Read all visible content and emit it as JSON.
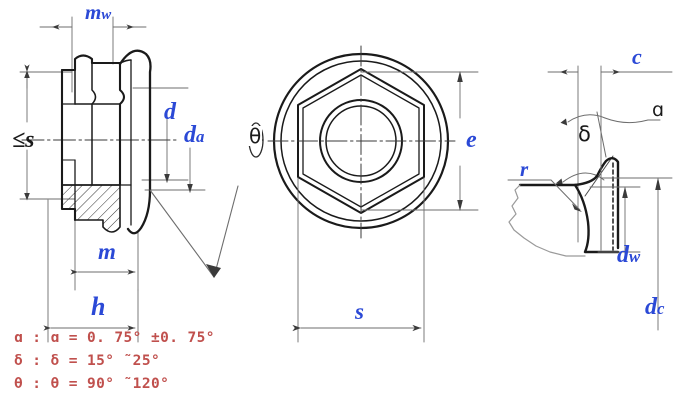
{
  "drawing": {
    "title": "Hexagon flange nut engineering drawing",
    "views": [
      {
        "id": "section-view",
        "name": "sectional side view"
      },
      {
        "id": "plan-view",
        "name": "plan (top) view"
      },
      {
        "id": "detail-view",
        "name": "flange bearing face detail"
      }
    ]
  },
  "labels": {
    "m_w": {
      "base": "m",
      "sub": "w",
      "color": "#2b49d6"
    },
    "d": {
      "base": "d",
      "sub": "",
      "color": "#2b49d6"
    },
    "d_a": {
      "base": "d",
      "sub": "a",
      "color": "#2b49d6"
    },
    "s_max": {
      "base": "≤s",
      "sub": "",
      "color": "#1a1a1a"
    },
    "m": {
      "base": "m",
      "sub": "",
      "color": "#2b49d6"
    },
    "h": {
      "base": "h",
      "sub": "",
      "color": "#2b49d6"
    },
    "theta": {
      "base": "θ",
      "sub": "",
      "color": "#1a1a1a"
    },
    "e": {
      "base": "e",
      "sub": "",
      "color": "#2b49d6"
    },
    "s": {
      "base": "s",
      "sub": "",
      "color": "#2b49d6"
    },
    "c": {
      "base": "c",
      "sub": "",
      "color": "#2b49d6"
    },
    "alpha": {
      "base": "ɑ",
      "sub": "",
      "color": "#1a1a1a"
    },
    "delta": {
      "base": "δ",
      "sub": "",
      "color": "#1a1a1a"
    },
    "r": {
      "base": "r",
      "sub": "",
      "color": "#2b49d6"
    },
    "d_w": {
      "base": "d",
      "sub": "w",
      "color": "#2b49d6"
    },
    "d_c": {
      "base": "d",
      "sub": "c",
      "color": "#2b49d6"
    }
  },
  "notes": {
    "color": "#c0504d",
    "lines": [
      "ɑ :  ɑ  =  0. 75°  ±0. 75°",
      "δ :  δ  =  15°  ˜25°",
      "θ :  θ  =  90°  ˜120°"
    ]
  }
}
